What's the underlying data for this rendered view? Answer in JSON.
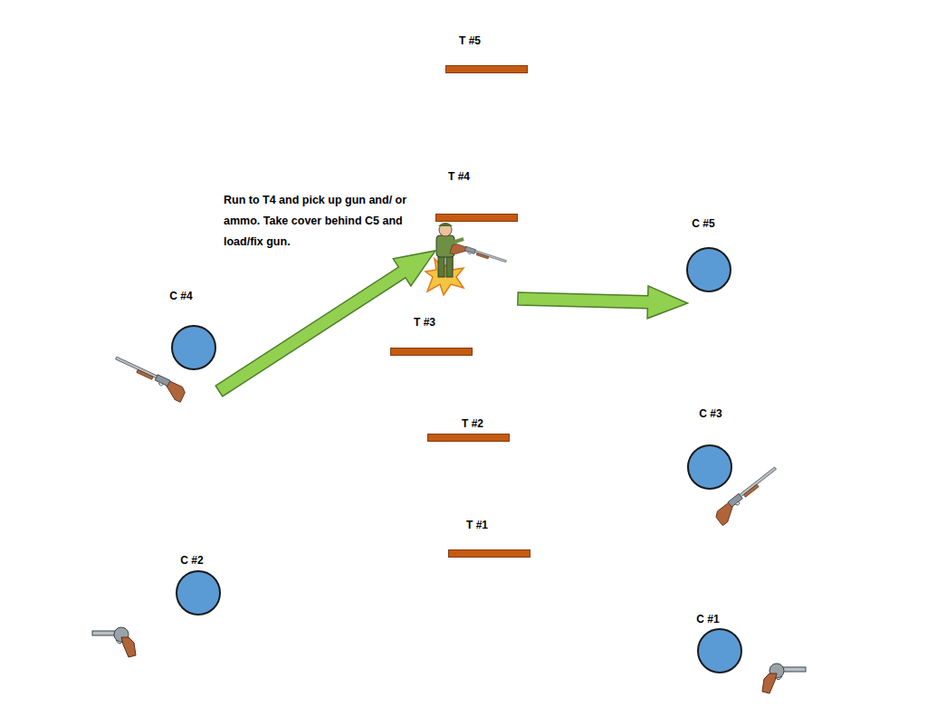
{
  "diagram": {
    "nodes": [
      {
        "text": [
          "T #5"
        ]
      },
      {
        "text": [
          "T #4"
        ]
      },
      {
        "text": [
          "C #5"
        ]
      },
      {
        "text": [
          "C #4"
        ]
      },
      {
        "text": [
          "T #3"
        ]
      },
      {
        "text": [
          "T #2"
        ]
      },
      {
        "text": [
          "C #3"
        ]
      },
      {
        "text": [
          "T #1"
        ]
      },
      {
        "text": [
          "C #2"
        ]
      },
      {
        "text": [
          "C #1"
        ]
      }
    ],
    "edges": [
      {
        "from": 3,
        "to": 1,
        "arrow": "to"
      },
      {
        "from": 1,
        "to": 2,
        "arrow": "to"
      }
    ],
    "labels": [
      "Run to T4 and pick up gun and/ or ammo. Take cover behind C5 and load/fix gun."
    ]
  }
}
